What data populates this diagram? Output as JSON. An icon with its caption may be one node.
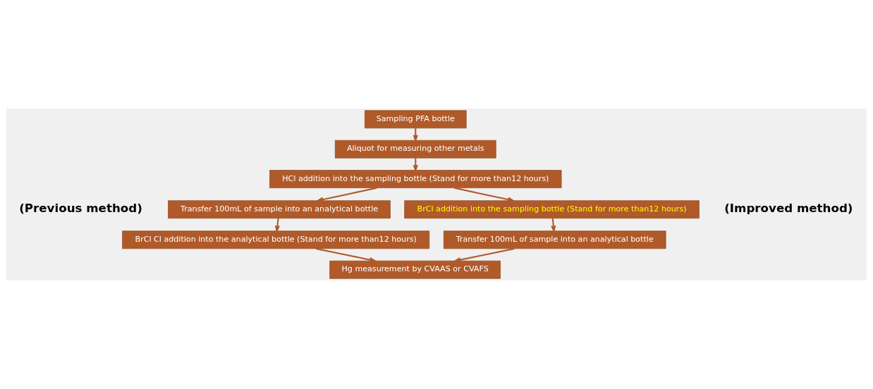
{
  "diagram": {
    "nodes": [
      {
        "text": [
          "Sampling PFA bottle"
        ]
      },
      {
        "text": [
          "Aliquot for measuring other metals"
        ]
      },
      {
        "text": [
          "HCl addition into the sampling bottle (Stand for more than12 hours)"
        ]
      },
      {
        "text": [
          "Transfer 100mL of sample into an analytical bottle"
        ]
      },
      {
        "text": [
          "BrCl Cl addition into the analytical bottle (Stand for more than12 hours)"
        ]
      },
      {
        "text": [
          "BrCl addition into the sampling bottle (Stand for more than12 hours)"
        ]
      },
      {
        "text": [
          "Transfer 100mL of sample into an analytical bottle"
        ]
      },
      {
        "text": [
          "Hg measurement by CVAAS or CVAFS"
        ]
      }
    ],
    "edges": [
      {
        "from": 0,
        "to": 1,
        "arrow": "to"
      },
      {
        "from": 1,
        "to": 2,
        "arrow": "to"
      },
      {
        "from": 2,
        "to": 3,
        "arrow": "to"
      },
      {
        "from": 2,
        "to": 5,
        "arrow": "to"
      },
      {
        "from": 3,
        "to": 4,
        "arrow": "to"
      },
      {
        "from": 5,
        "to": 6,
        "arrow": "to"
      },
      {
        "from": 4,
        "to": 7,
        "arrow": "to"
      },
      {
        "from": 6,
        "to": 7,
        "arrow": "to"
      }
    ],
    "labels": [
      "(Previous method)",
      "(Improved method)"
    ]
  }
}
